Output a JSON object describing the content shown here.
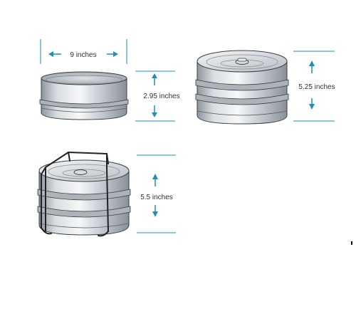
{
  "dimensions": {
    "width_label": "9 inches",
    "single_height_label": "2.95 inches",
    "double_height_label": "5.25 inches",
    "double_with_rack_height_label": "5.5 inches"
  },
  "colors": {
    "dimension_line": "#1f8fb4",
    "steel_light": "#eef0f2",
    "steel_mid": "#c9cdd2",
    "steel_dark": "#8a9098",
    "outline": "#3a3f44",
    "rack_wire": "#222222"
  }
}
